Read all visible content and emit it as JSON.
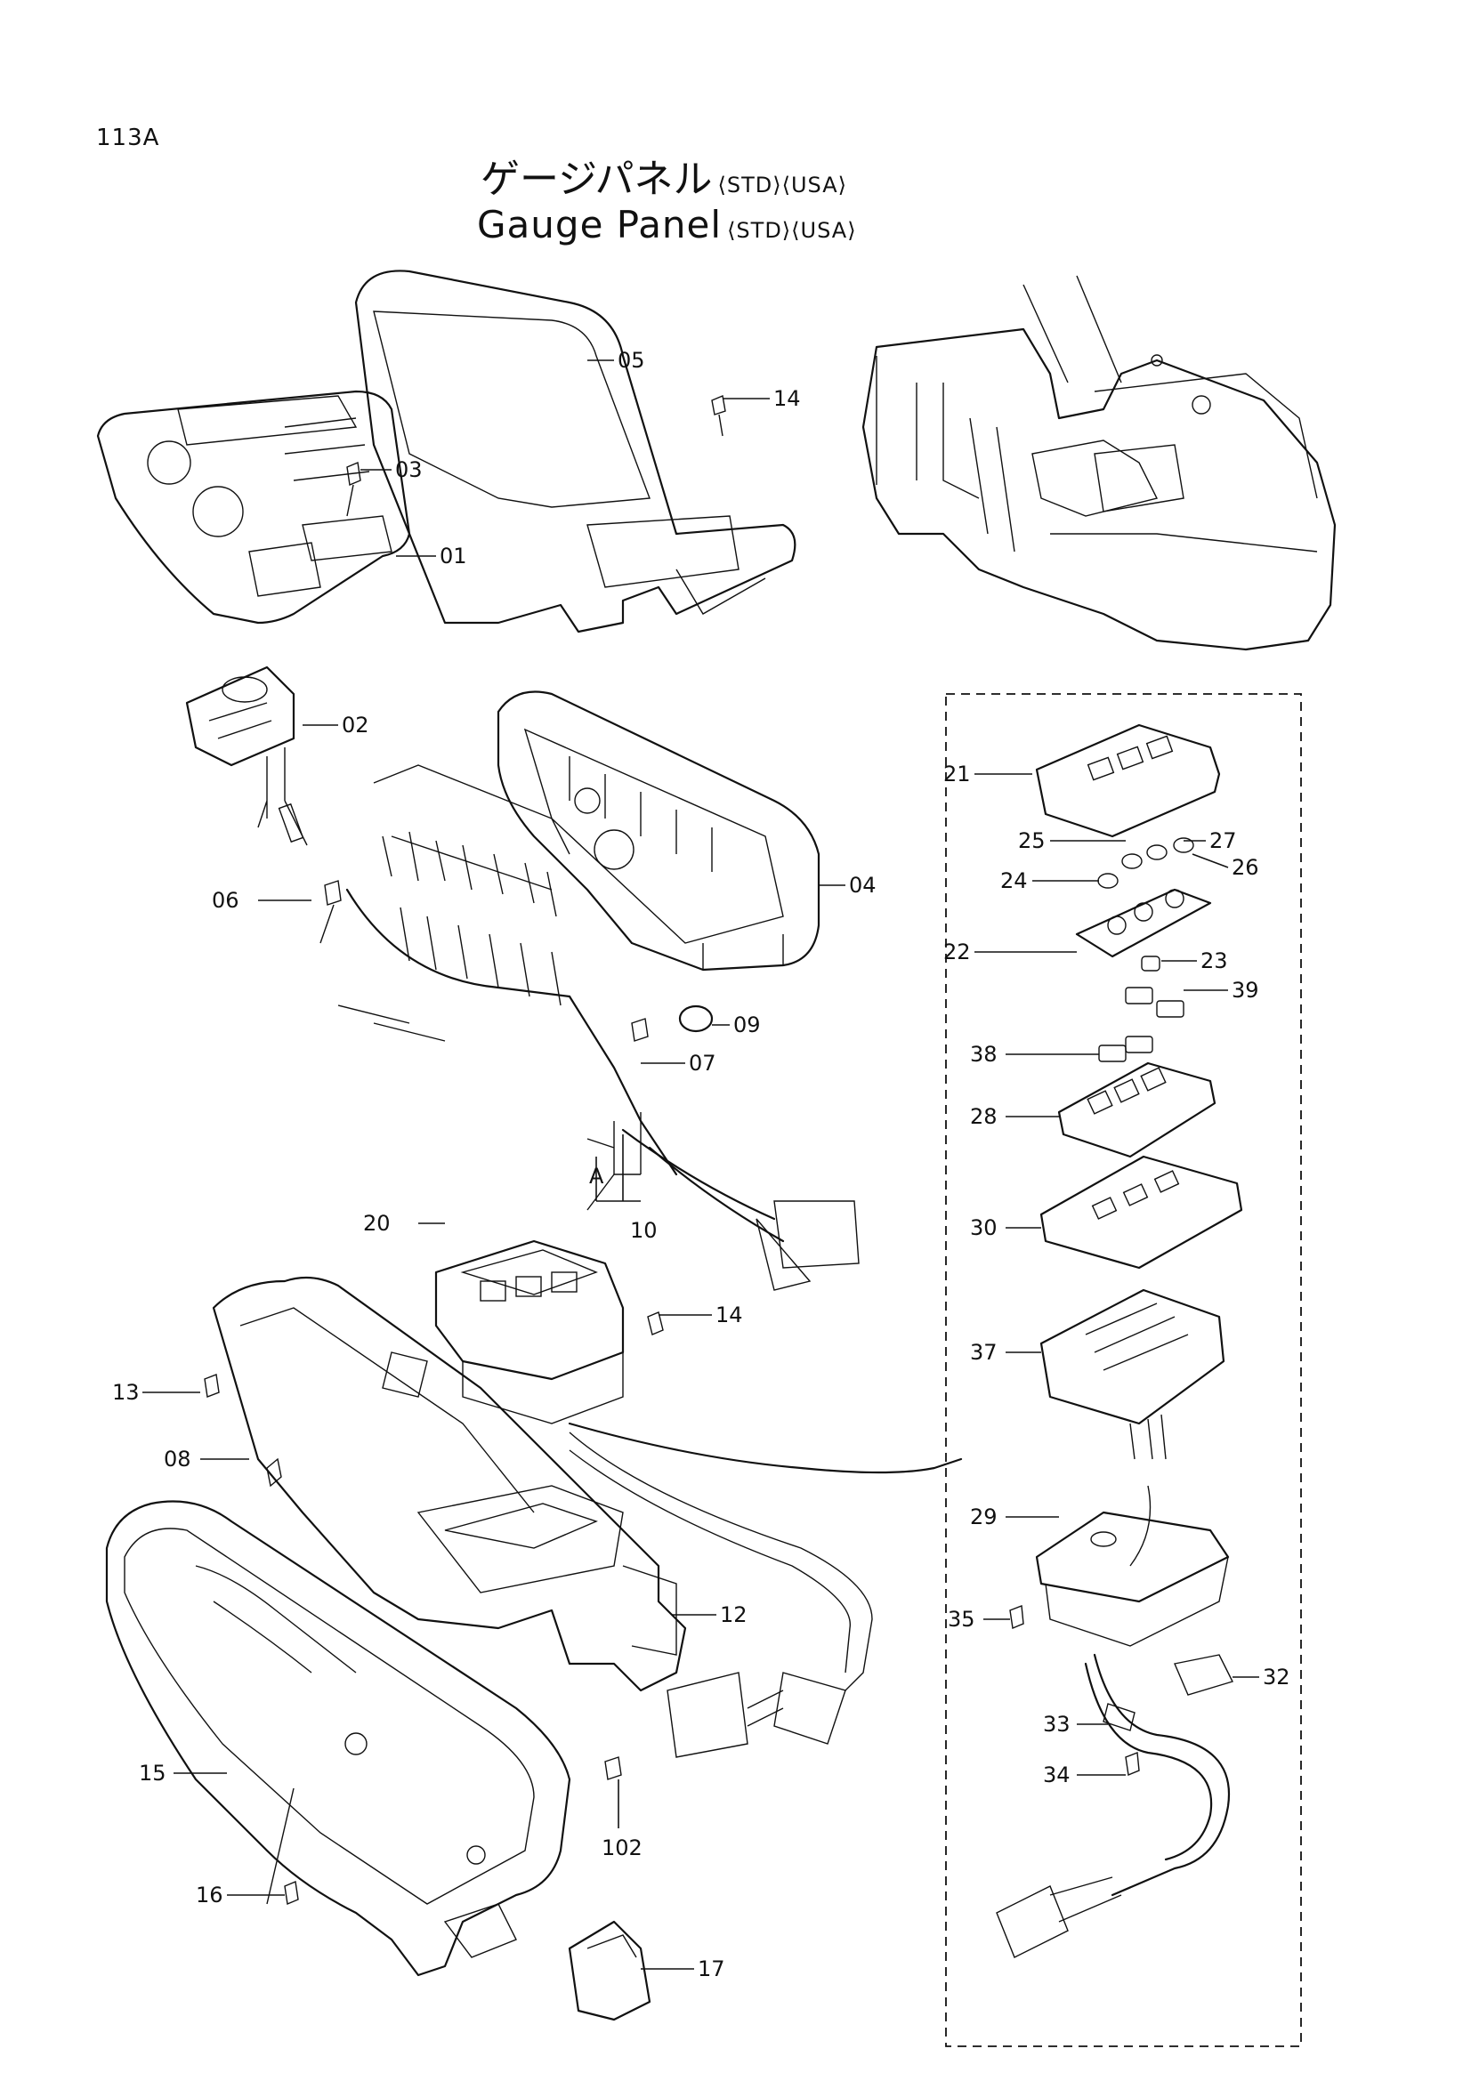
{
  "page_number": "113A",
  "title": {
    "jp": "ゲージパネル",
    "en": "Gauge Panel",
    "tags": [
      "⟨STD⟩⟨USA⟩"
    ]
  },
  "parts": [
    {
      "id": "01",
      "label": "01"
    },
    {
      "id": "02",
      "label": "02"
    },
    {
      "id": "03",
      "label": "03"
    },
    {
      "id": "04",
      "label": "04"
    },
    {
      "id": "05",
      "label": "05"
    },
    {
      "id": "06",
      "label": "06"
    },
    {
      "id": "07",
      "label": "07"
    },
    {
      "id": "08",
      "label": "08"
    },
    {
      "id": "09",
      "label": "09"
    },
    {
      "id": "10",
      "label": "10"
    },
    {
      "id": "12",
      "label": "12"
    },
    {
      "id": "13",
      "label": "13"
    },
    {
      "id": "14a",
      "label": "14"
    },
    {
      "id": "14b",
      "label": "14"
    },
    {
      "id": "15",
      "label": "15"
    },
    {
      "id": "16",
      "label": "16"
    },
    {
      "id": "17",
      "label": "17"
    },
    {
      "id": "20",
      "label": "20"
    },
    {
      "id": "21",
      "label": "21"
    },
    {
      "id": "22",
      "label": "22"
    },
    {
      "id": "23",
      "label": "23"
    },
    {
      "id": "24",
      "label": "24"
    },
    {
      "id": "25",
      "label": "25"
    },
    {
      "id": "26",
      "label": "26"
    },
    {
      "id": "27",
      "label": "27"
    },
    {
      "id": "28",
      "label": "28"
    },
    {
      "id": "29",
      "label": "29"
    },
    {
      "id": "30",
      "label": "30"
    },
    {
      "id": "32",
      "label": "32"
    },
    {
      "id": "33",
      "label": "33"
    },
    {
      "id": "34",
      "label": "34"
    },
    {
      "id": "35",
      "label": "35"
    },
    {
      "id": "37",
      "label": "37"
    },
    {
      "id": "38",
      "label": "38"
    },
    {
      "id": "39",
      "label": "39"
    },
    {
      "id": "102",
      "label": "102"
    }
  ],
  "reference_mark": "A"
}
